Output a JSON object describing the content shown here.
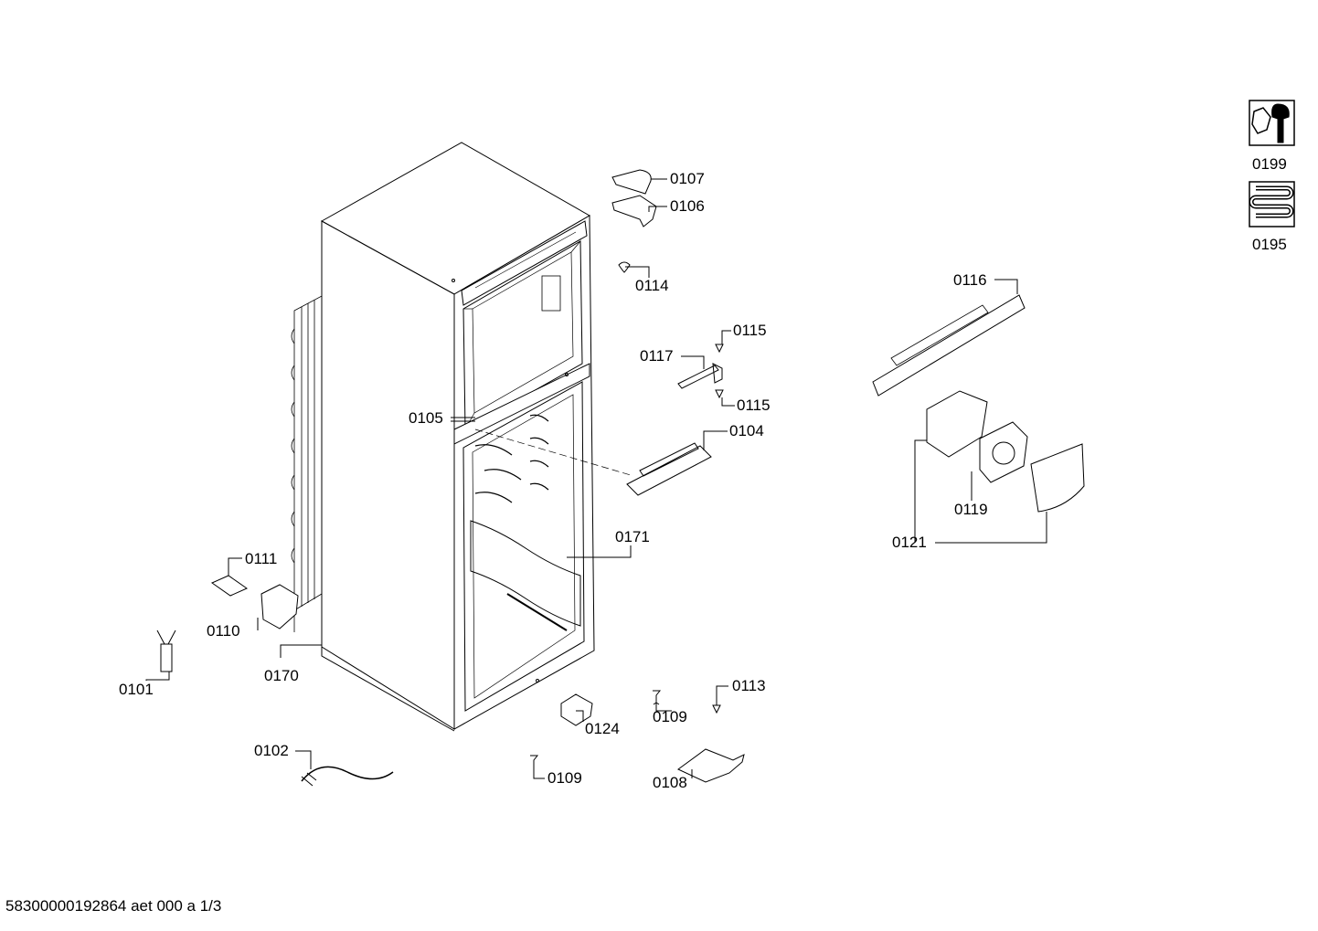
{
  "labels": {
    "p0107": "0107",
    "p0106": "0106",
    "p0114": "0114",
    "p0115a": "0115",
    "p0115b": "0115",
    "p0117": "0117",
    "p0105": "0105",
    "p0104": "0104",
    "p0171": "0171",
    "p0111": "0111",
    "p0110": "0110",
    "p0170": "0170",
    "p0101": "0101",
    "p0102": "0102",
    "p0124": "0124",
    "p0109a": "0109",
    "p0109b": "0109",
    "p0113": "0113",
    "p0108": "0108",
    "p0116": "0116",
    "p0121": "0121",
    "p0119": "0119",
    "p0199": "0199",
    "p0195": "0195"
  },
  "icons": {
    "p0199": "wrench-nut-icon",
    "p0195": "coil-tube-icon"
  },
  "footer": "58300000192864 aet 000 a 1/3"
}
